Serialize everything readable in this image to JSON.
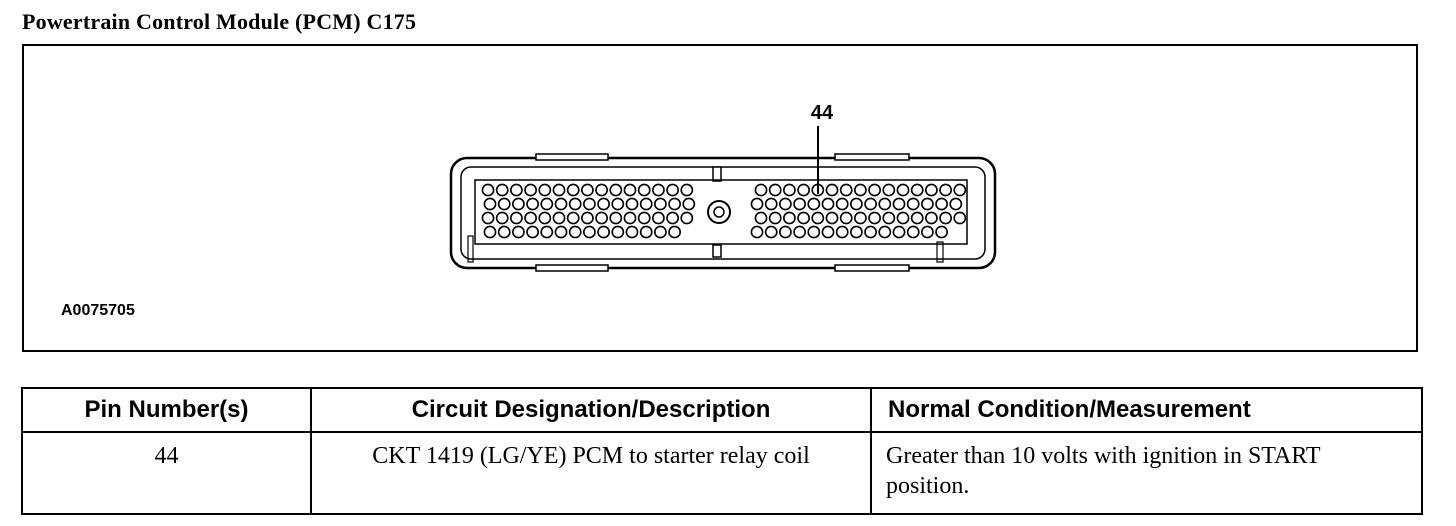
{
  "title": "Powertrain Control Module (PCM) C175",
  "diagram": {
    "pin_callout": "44",
    "figure_id": "A0075705"
  },
  "table": {
    "headers": {
      "pin": "Pin Number(s)",
      "description": "Circuit Designation/Description",
      "condition": "Normal Condition/Measurement"
    },
    "rows": [
      {
        "pin": "44",
        "description": "CKT 1419 (LG/YE) PCM to starter relay coil",
        "condition": "Greater than 10 volts with ignition in START position."
      }
    ]
  }
}
